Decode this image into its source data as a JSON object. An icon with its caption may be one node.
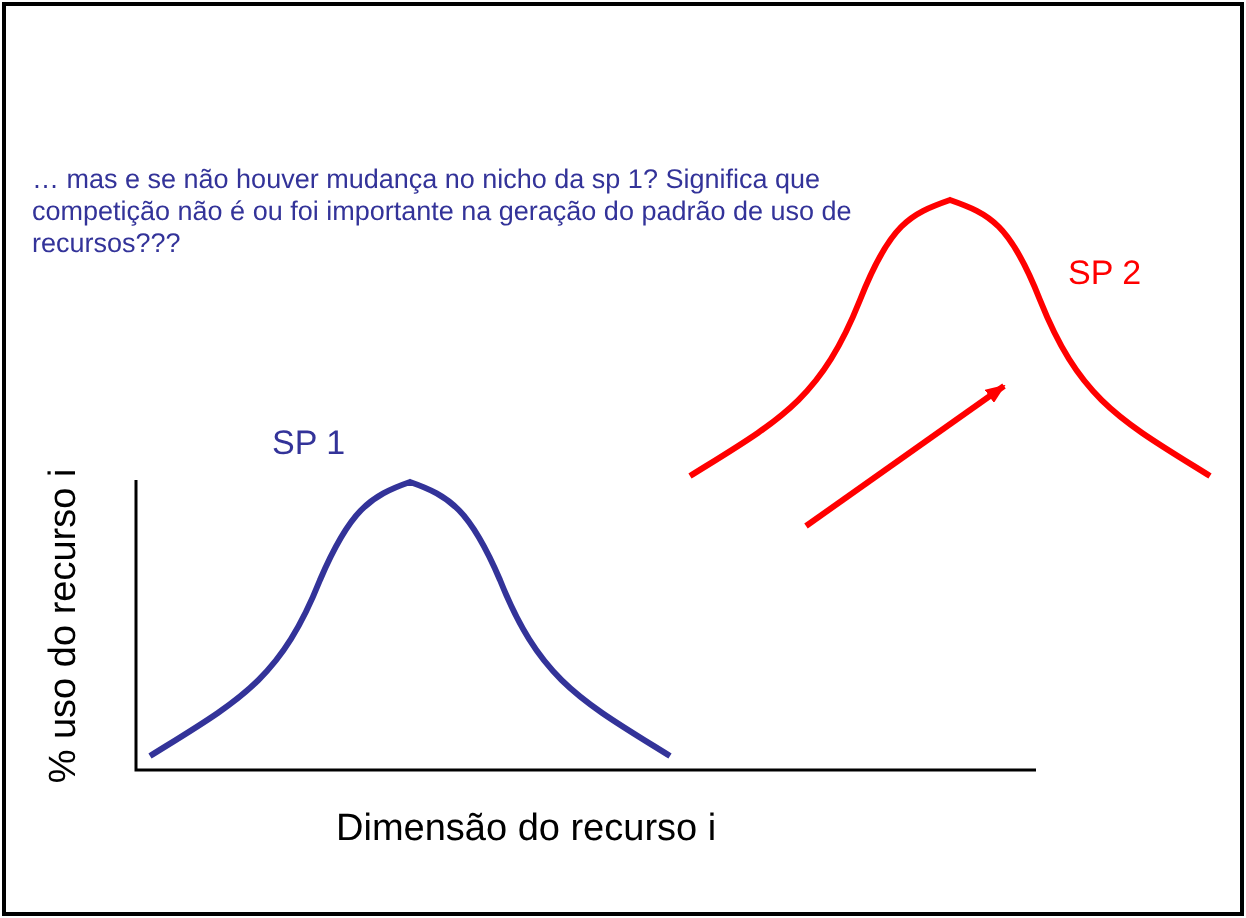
{
  "diagram": {
    "labels": [
      "… mas e se não houver mudança no nicho da sp 1? Significa que competição não é ou foi importante na geração do padrão de uso de recursos???",
      "SP 2",
      "SP 1",
      "% uso do recurso i",
      "Dimensão do recurso i"
    ]
  }
}
